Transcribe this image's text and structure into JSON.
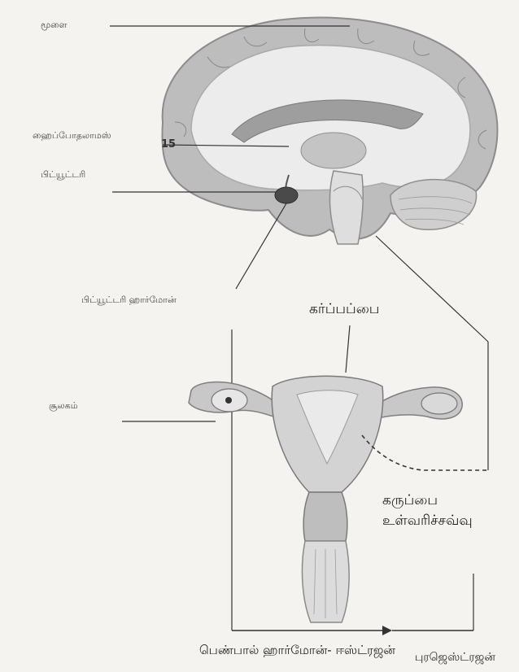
{
  "labels": {
    "brain_top": "மூளை",
    "hypothalamus": "ஹைப்போதலாமஸ்",
    "number_15": "15",
    "pituitary": "பிட்யூட்டரி",
    "pituitary_hormone": "பிட்யூட்டரி ஹார்மோன்",
    "uterus": "கர்ப்பப்பை",
    "ovary": "சூலகம்",
    "endometrium_line1": "கருப்பை",
    "endometrium_line2": "உள்வரிச்சவ்வு",
    "hormones_line1": "பெண்பால் ஹார்மோன்- ஈஸ்ட்ரஜன்",
    "hormones_line2": "புரஜெஸ்ட்ரஜன்"
  },
  "colors": {
    "background": "#f4f3ef",
    "line": "#333333",
    "cortex": "#b5b5b5",
    "tissue": "#d0d0d0",
    "dark_gland": "#4a4a4a"
  }
}
